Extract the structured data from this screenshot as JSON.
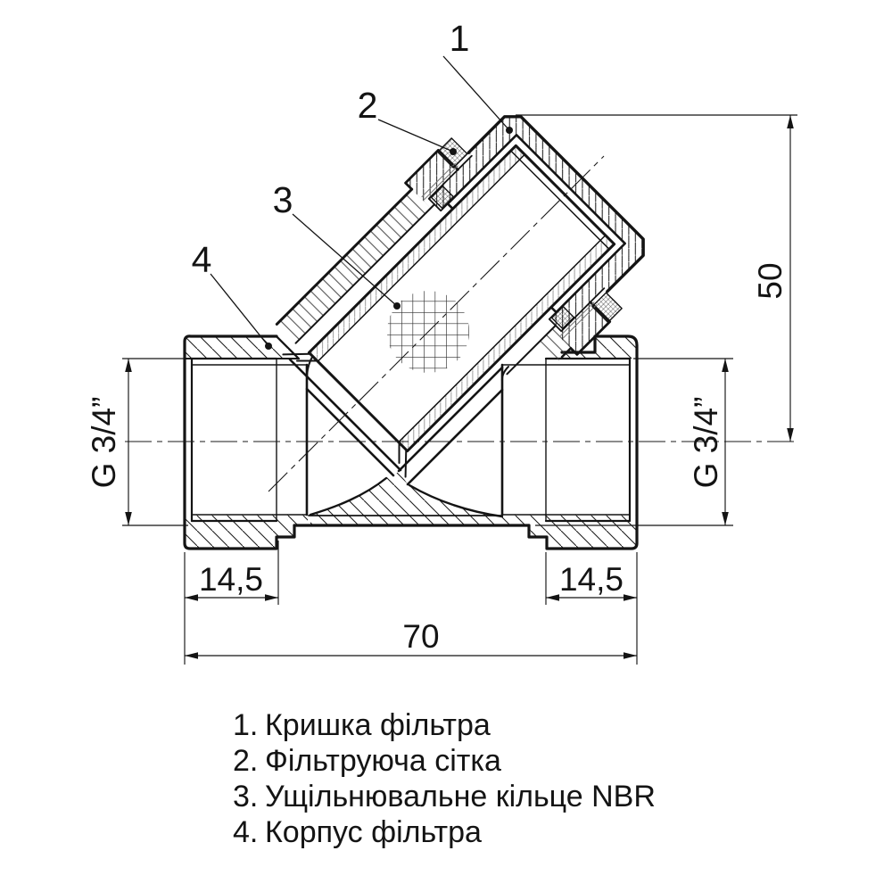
{
  "page": {
    "background": "#ffffff",
    "line_color": "#141414",
    "type": "technical-section-drawing"
  },
  "drawing": {
    "callouts": [
      {
        "num": "1",
        "part": "Кришка фільтра"
      },
      {
        "num": "2",
        "part": "Фільтруюча сітка"
      },
      {
        "num": "3",
        "part": "Ущільнювальне кільце NBR"
      },
      {
        "num": "4",
        "part": "Корпус фільтра"
      }
    ],
    "dimensions": {
      "height_50": "50",
      "total_length_70": "70",
      "left_port_depth": "14,5",
      "right_port_depth": "14,5",
      "left_thread": "G 3/4”",
      "right_thread": "G 3/4”"
    }
  },
  "legend": {
    "items": [
      {
        "num": "1.",
        "label": "Кришка фільтра"
      },
      {
        "num": "2.",
        "label": "Фільтруюча сітка"
      },
      {
        "num": "3.",
        "label": "Ущільнювальне кільце NBR"
      },
      {
        "num": "4.",
        "label": "Корпус фільтра"
      }
    ]
  }
}
